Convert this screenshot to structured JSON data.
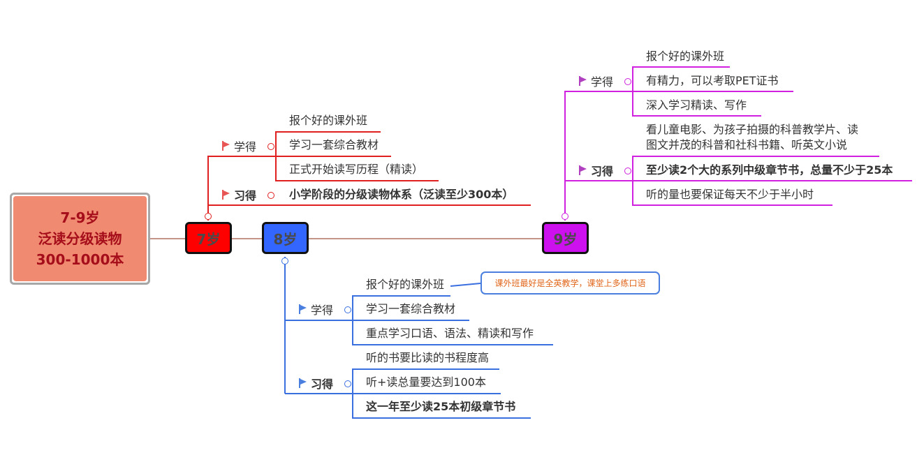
{
  "root": {
    "lines": [
      "7-9岁",
      "泛读分级读物",
      "300-1000本"
    ]
  },
  "colors": {
    "root_fill": "#f08a70",
    "root_text": "#a50d1a",
    "age7": "#ff0000",
    "age8": "#3366ff",
    "age9": "#cc11ee",
    "red_branch": "#e02020",
    "blue_branch": "#3a6fe0",
    "purple_branch": "#d020e0",
    "trunk": "#b07060",
    "callout_text": "#e0661a"
  },
  "age7": {
    "label": "7岁",
    "xuede": {
      "label": "学得",
      "items": [
        "报个好的课外班",
        "学习一套综合教材",
        "正式开始读写历程（精读）"
      ]
    },
    "xide": {
      "label": "习得",
      "items": [
        "小学阶段的分级读物体系（泛读至少300本）"
      ]
    }
  },
  "age8": {
    "label": "8岁",
    "xuede": {
      "label": "学得",
      "items": [
        "报个好的课外班",
        "学习一套综合教材",
        "重点学习口语、语法、精读和写作"
      ]
    },
    "xide": {
      "label": "习得",
      "items": [
        "听的书要比读的书程度高",
        "听+读总量要达到100本",
        "这一年至少读25本初级章节书"
      ]
    },
    "callout": "课外班最好是全英教学，课堂上多练口语"
  },
  "age9": {
    "label": "9岁",
    "xuede": {
      "label": "学得",
      "items": [
        "报个好的课外班",
        "有精力，可以考取PET证书",
        "深入学习精读、写作"
      ]
    },
    "xide": {
      "label": "习得",
      "items": [
        "看儿童电影、为孩子拍摄的科普教学片、读",
        "图文并茂的科普和社科书籍、听英文小说",
        "至少读2个大的系列中级章节书，总量不少于25本",
        "听的量也要保证每天不少于半小时"
      ]
    }
  },
  "icons": {
    "flag": "flag-icon",
    "collapse": "collapse-icon"
  }
}
